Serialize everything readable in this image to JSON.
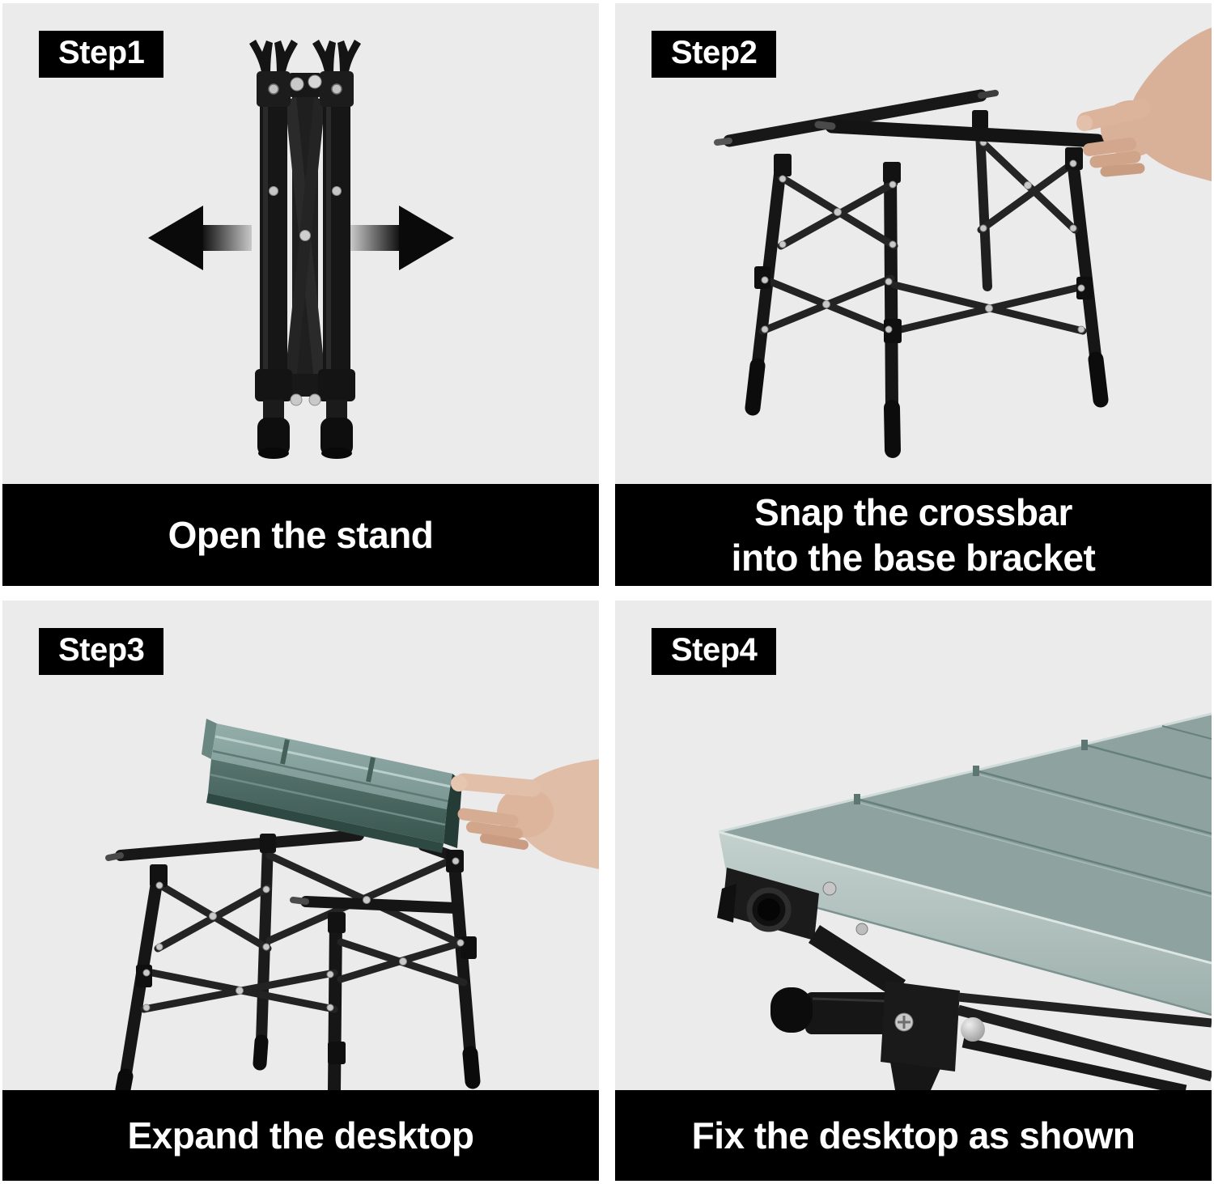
{
  "page": {
    "type": "product-assembly-instruction-sheet",
    "background": "#ffffff",
    "grid": "2x2 step panels"
  },
  "colors": {
    "photo_background": "#ebebeb",
    "caption_background": "#000000",
    "caption_text": "#ffffff",
    "badge_background": "#000000",
    "badge_text": "#ffffff",
    "frame_black": "#1a1a1a",
    "rivet_silver": "#c9c9c9",
    "desktop_teal_dark": "#3f5d56",
    "desktop_teal_light": "#8aa5a2",
    "desktop_pale_gray_green": "#8ea39f",
    "skin_tone": "#d9b098",
    "arrow_black": "#0a0a0a"
  },
  "steps": [
    {
      "label": "Step1",
      "caption": [
        "Open the stand"
      ],
      "illustration": "folded-stand-with-expand-arrows"
    },
    {
      "label": "Step2",
      "caption": [
        "Snap the crossbar",
        "into the base bracket"
      ],
      "illustration": "open-stand-crossbar-with-hand"
    },
    {
      "label": "Step3",
      "caption": [
        "Expand the desktop"
      ],
      "illustration": "folded-desktop-placed-on-stand"
    },
    {
      "label": "Step4",
      "caption": [
        "Fix the desktop as shown"
      ],
      "illustration": "desktop-corner-lock-closeup"
    }
  ]
}
